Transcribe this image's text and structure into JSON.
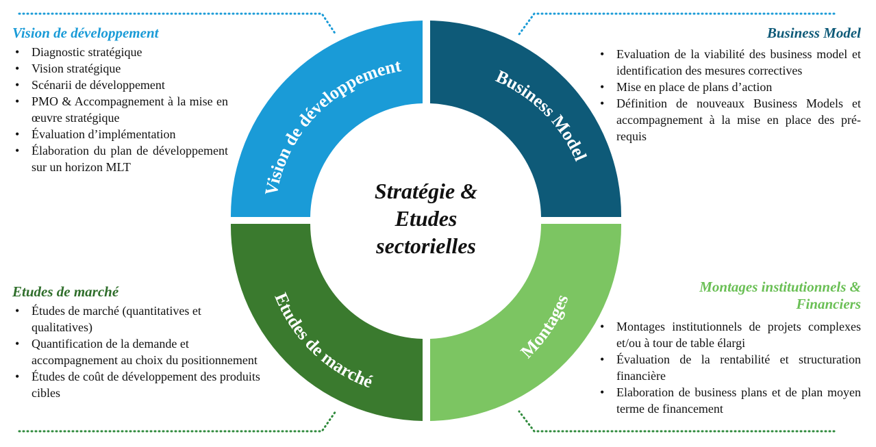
{
  "colors": {
    "vision": "#1a9bd7",
    "business": "#0e5a78",
    "marche": "#3a7a2e",
    "montages": "#7cc562",
    "dots": "#1a9bd7",
    "dots_bottom": "#2f8a3c"
  },
  "center": {
    "line1": "Stratégie &",
    "line2": "Etudes",
    "line3": "sectorielles"
  },
  "ring": {
    "vision": "Vision de développement",
    "business": "Business Model",
    "marche": "Etudes de marché",
    "montages": "Montages"
  },
  "panels": {
    "vision": {
      "title": "Vision de développement",
      "items": [
        "Diagnostic stratégique",
        "Vision stratégique",
        "Scénarii de développement",
        "PMO & Accompagnement à la mise en œuvre stratégique",
        "Évaluation d’implémentation",
        "Élaboration du plan de développement sur un horizon MLT"
      ]
    },
    "business": {
      "title": "Business Model",
      "items": [
        "Evaluation de la viabilité des business model et identification des mesures correctives",
        "Mise en place de plans d’action",
        "Définition de nouveaux Business Models et accompagnement à la mise en place des pré-requis"
      ]
    },
    "marche": {
      "title": "Etudes de marché",
      "items": [
        "Études de marché (quantitatives et qualitatives)",
        "Quantification de la demande et accompagnement au choix du positionnement",
        "Études de coût de développement des produits cibles"
      ]
    },
    "montages": {
      "title_line1": "Montages institutionnels &",
      "title_line2": "Financiers",
      "items": [
        "Montages institutionnels de projets complexes et/ou à tour de table élargi",
        "Évaluation de la rentabilité et structuration financière",
        "Elaboration de business plans et de plan moyen terme de financement"
      ]
    }
  }
}
